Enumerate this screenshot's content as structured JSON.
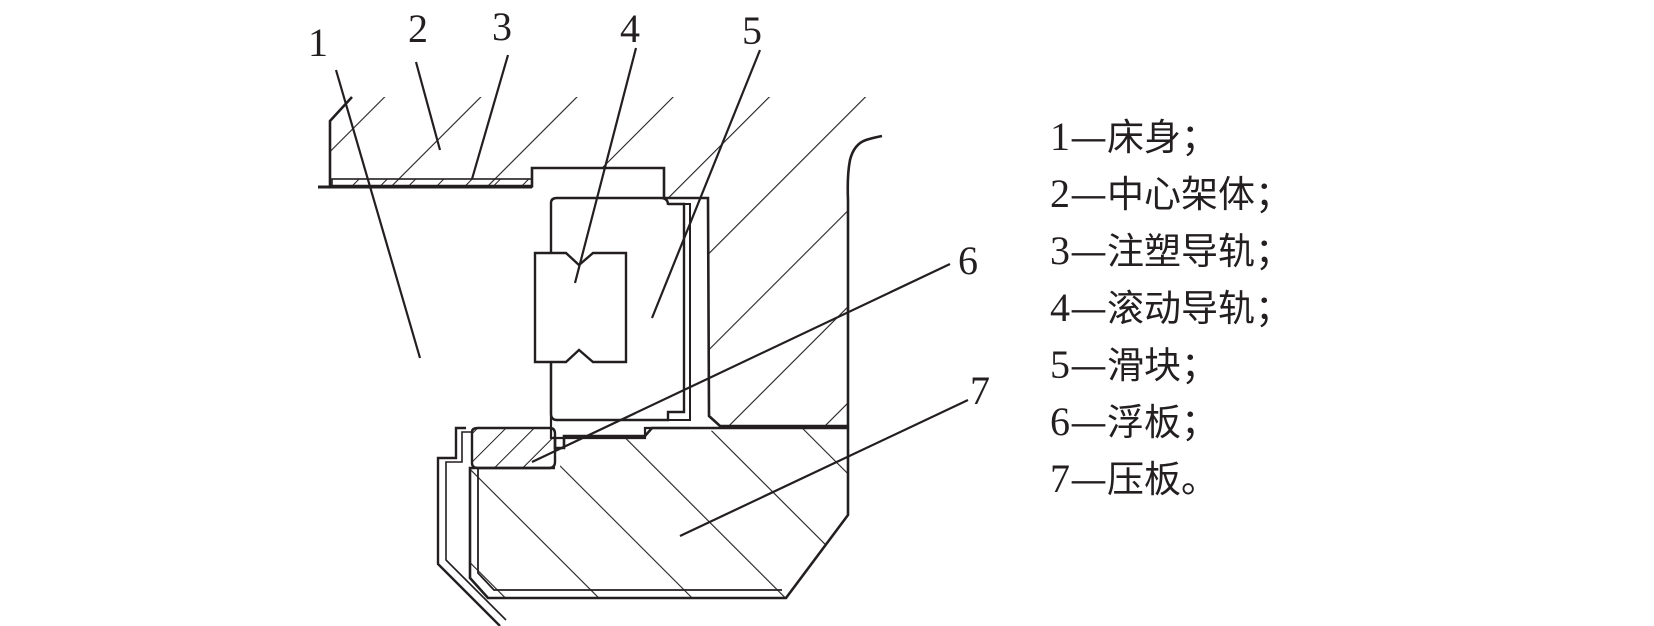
{
  "callouts": [
    "1",
    "2",
    "3",
    "4",
    "5",
    "6",
    "7"
  ],
  "legend": [
    {
      "num": "1",
      "dash": "—",
      "name": "床身；"
    },
    {
      "num": "2",
      "dash": "—",
      "name": "中心架体；"
    },
    {
      "num": "3",
      "dash": "—",
      "name": "注塑导轨；"
    },
    {
      "num": "4",
      "dash": "—",
      "name": "滚动导轨；"
    },
    {
      "num": "5",
      "dash": "—",
      "name": "滑块；"
    },
    {
      "num": "6",
      "dash": "—",
      "name": "浮板；"
    },
    {
      "num": "7",
      "dash": "—",
      "name": "压板。"
    }
  ],
  "colors": {
    "ink": "#231f20",
    "background": "#ffffff"
  }
}
